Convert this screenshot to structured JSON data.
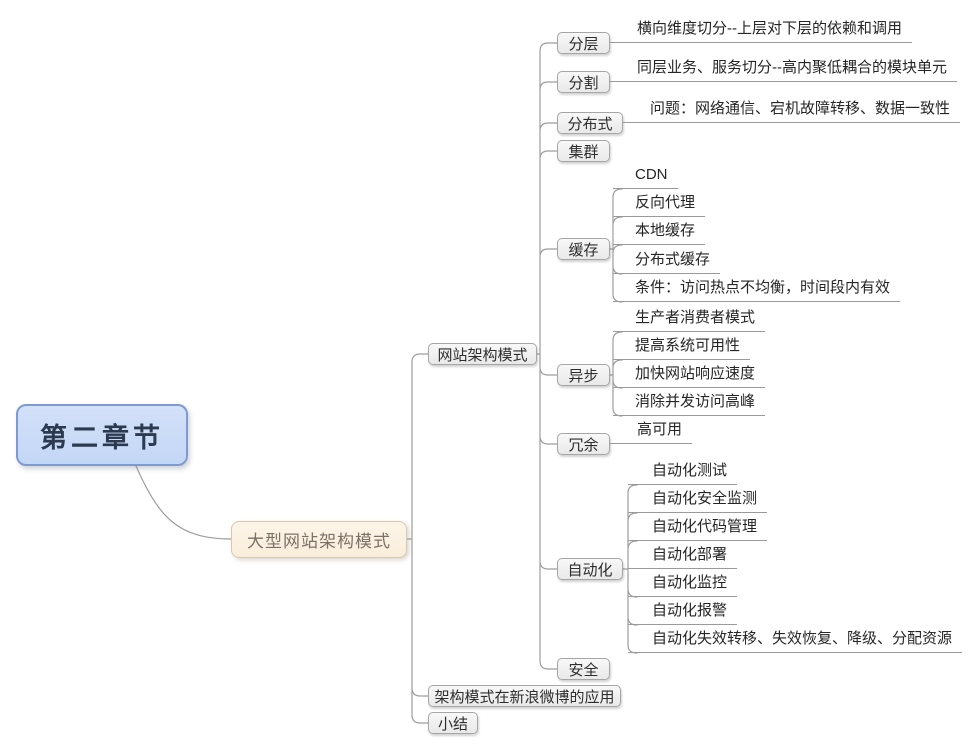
{
  "map": {
    "root_label": "第二章节",
    "topic_label": "大型网站架构模式",
    "branch_label": "网站架构模式",
    "bottom_branches": [
      "架构模式在新浪微博的应用",
      "小结"
    ],
    "children": [
      {
        "label": "分层",
        "leaves": [
          "横向维度切分--上层对下层的依赖和调用"
        ]
      },
      {
        "label": "分割",
        "leaves": [
          "同层业务、服务切分--高内聚低耦合的模块单元"
        ]
      },
      {
        "label": "分布式",
        "leaves": [
          "问题：网络通信、宕机故障转移、数据一致性"
        ]
      },
      {
        "label": "集群",
        "leaves": []
      },
      {
        "label": "缓存",
        "leaves": [
          "CDN",
          "反向代理",
          "本地缓存",
          "分布式缓存",
          "条件：访问热点不均衡，时间段内有效"
        ]
      },
      {
        "label": "异步",
        "leaves": [
          "生产者消费者模式",
          "提高系统可用性",
          "加快网站响应速度",
          "消除并发访问高峰"
        ]
      },
      {
        "label": "冗余",
        "leaves": [
          "高可用"
        ]
      },
      {
        "label": "自动化",
        "leaves": [
          "自动化测试",
          "自动化安全监测",
          "自动化代码管理",
          "自动化部署",
          "自动化监控",
          "自动化报警",
          "自动化失效转移、失效恢复、降级、分配资源"
        ]
      },
      {
        "label": "安全",
        "leaves": []
      }
    ],
    "colors": {
      "root_fill": "#c9dcf7",
      "root_border": "#7f9bcd",
      "root_text": "#2c3a50",
      "topic_fill": "#fbf0e1",
      "topic_border": "#d8c7b2",
      "topic_text": "#7d7167",
      "node_fill": "#f1f1f1",
      "node_border": "#a6a6a6",
      "node_text": "#2e2e2e",
      "line": "#9e9e9e",
      "background": "#ffffff"
    }
  }
}
